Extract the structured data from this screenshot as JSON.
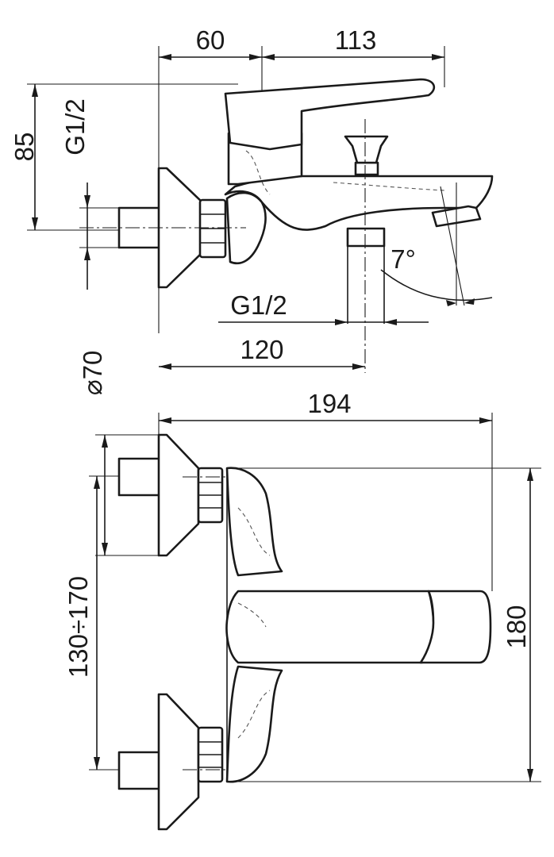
{
  "dimensions": {
    "top_left_width": "60",
    "top_right_width": "113",
    "height_85": "85",
    "thread_side": "G1/2",
    "thread_bottom": "G1/2",
    "angle": "7°",
    "depth_120": "120",
    "diameter": "⌀70",
    "total_width": "194",
    "center_distance": "130÷170",
    "total_height": "180"
  }
}
